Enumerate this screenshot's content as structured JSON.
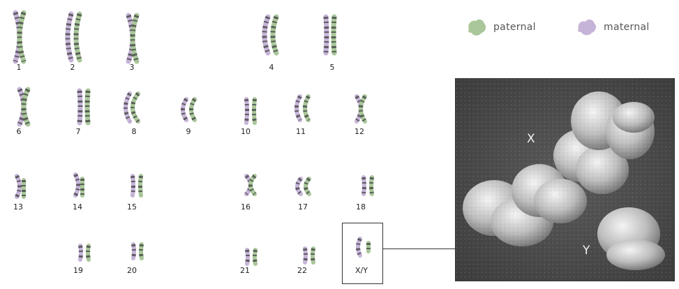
{
  "legend": {
    "paternal": "paternal",
    "maternal": "maternal"
  },
  "colors": {
    "paternal": "#a9c79a",
    "maternal": "#c6b4d8",
    "band_dark": "#3d3d3d"
  },
  "karyotype": {
    "labels": [
      "1",
      "2",
      "3",
      "4",
      "5",
      "6",
      "7",
      "8",
      "9",
      "10",
      "11",
      "12",
      "13",
      "14",
      "15",
      "16",
      "17",
      "18",
      "19",
      "20",
      "21",
      "22",
      "X/Y"
    ]
  },
  "micrograph": {
    "x_label": "X",
    "y_label": "Y"
  }
}
